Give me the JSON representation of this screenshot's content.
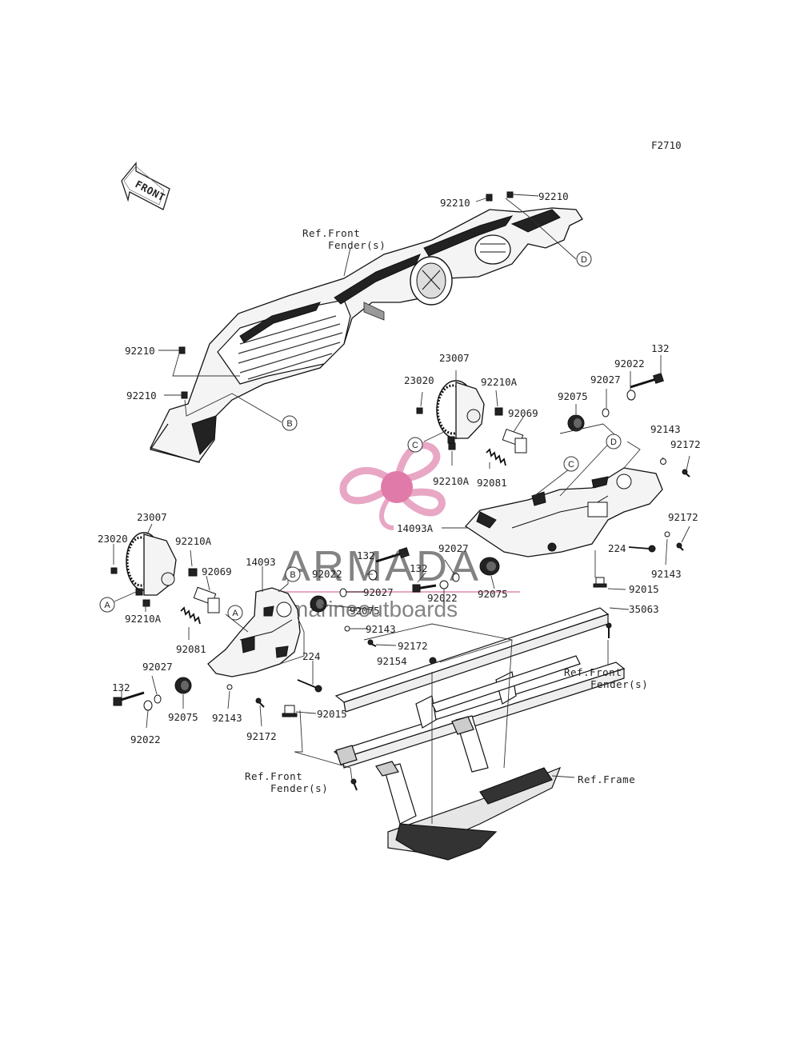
{
  "figure_code": "F2710",
  "front_label": "FRONT",
  "callouts": {
    "a": "A",
    "b": "B",
    "c": "C",
    "d": "D"
  },
  "refs": {
    "front_fender": [
      "Ref.Front",
      "Fender(s)"
    ],
    "frame": "Ref.Frame"
  },
  "parts": {
    "p92210": "92210",
    "p92210A": "92210A",
    "p23007": "23007",
    "p23020": "23020",
    "p92069": "92069",
    "p92081": "92081",
    "p14093": "14093",
    "p14093A": "14093A",
    "p132": "132",
    "p92022": "92022",
    "p92027": "92027",
    "p92075": "92075",
    "p92143": "92143",
    "p92172": "92172",
    "p224": "224",
    "p92015": "92015",
    "p92154": "92154",
    "p35063": "35063"
  },
  "watermark": {
    "brand": "ARMADA",
    "tagline": "marineoutboards",
    "colors": {
      "propeller": "#e8a7c4",
      "hub": "#e07aa8",
      "text": "#5a5a5a"
    }
  }
}
